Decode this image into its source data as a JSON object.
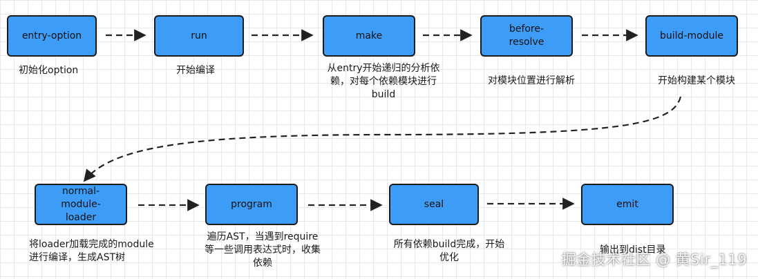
{
  "nodes": {
    "entry_option": "entry-option",
    "run": "run",
    "make": "make",
    "before_resolve": "before-\nresolve",
    "build_module": "build-module",
    "normal_module_loader": "normal-\nmodule-\nloader",
    "program": "program",
    "seal": "seal",
    "emit": "emit"
  },
  "captions": {
    "entry_option": "初始化option",
    "run": "开始编译",
    "make": "从entry开始递归的分析依\n赖，对每个依赖模块进行\nbuild",
    "before_resolve": "对模块位置进行解析",
    "build_module": "开始构建某个模块",
    "normal_module_loader": "将loader加载完成的module\n进行编译，生成AST树",
    "program": "遍历AST，当遇到require\n等一些调用表达式时，收集\n依赖",
    "seal": "所有依赖build完成，开始\n优化",
    "emit": "输出到dist目录"
  },
  "watermark": "掘金技术社区 @ 黄Sir_119",
  "colors": {
    "node_fill": "#3d9cf5",
    "stroke": "#1a1a1a",
    "grid": "#e9e9e9"
  }
}
